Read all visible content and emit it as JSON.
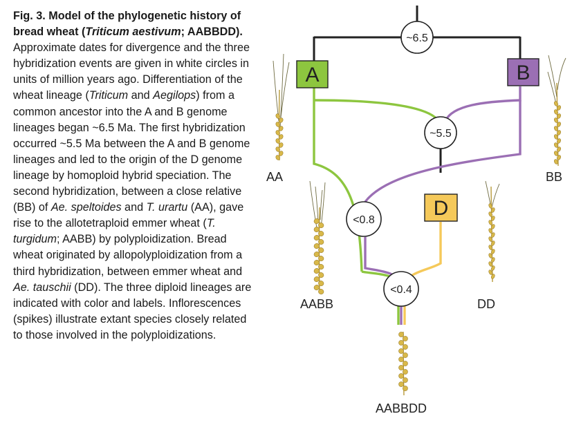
{
  "caption": {
    "lead_1": "Fig. 3. Model of the phylogenetic history of bread wheat (",
    "lead_species": "Triticum aestivum",
    "lead_2": "; AABBDD).",
    "t1": " Approximate dates for divergence and the three hybridization events are given in white circles in units of million years ago. Differentiation of the wheat lineage (",
    "i1": "Triticum",
    "t2": " and ",
    "i2": "Aegilops",
    "t3": ") from a common ancestor into the A and B genome lineages began ~6.5 Ma. The first hybridization occurred ~5.5 Ma between the A and B genome lineages and led to the origin of the D genome lineage by homoploid hybrid speciation. The second hybridization, between a close relative (BB) of ",
    "i3": "Ae. speltoides",
    "t4": " and ",
    "i4": "T. urartu",
    "t5": " (AA), gave rise to the allotetraploid emmer wheat (",
    "i5": "T. turgidum",
    "t6": "; AABB) by polyploidization. Bread wheat originated by allopolyploidization from a third hybridization, between emmer wheat and ",
    "i6": "Ae. tauschii",
    "t7": " (DD). The three diploid lineages are indicated with color and labels. Inflorescences (spikes) illustrate extant species closely related to those involved in the polyploidizations."
  },
  "diagram": {
    "events": {
      "root": "~6.5",
      "first_hybrid": "~5.5",
      "emmer": "<0.8",
      "bread": "<0.4"
    },
    "genomes": {
      "a": "A",
      "b": "B",
      "d": "D"
    },
    "species": {
      "aa": "AA",
      "bb": "BB",
      "aabb": "AABB",
      "dd": "DD",
      "aabbdd": "AABBDD"
    },
    "colors": {
      "a": "#8dc63f",
      "b": "#9b6fb4",
      "d": "#f5c95a",
      "stem": "#222222",
      "spike": "#d9b94a"
    }
  }
}
